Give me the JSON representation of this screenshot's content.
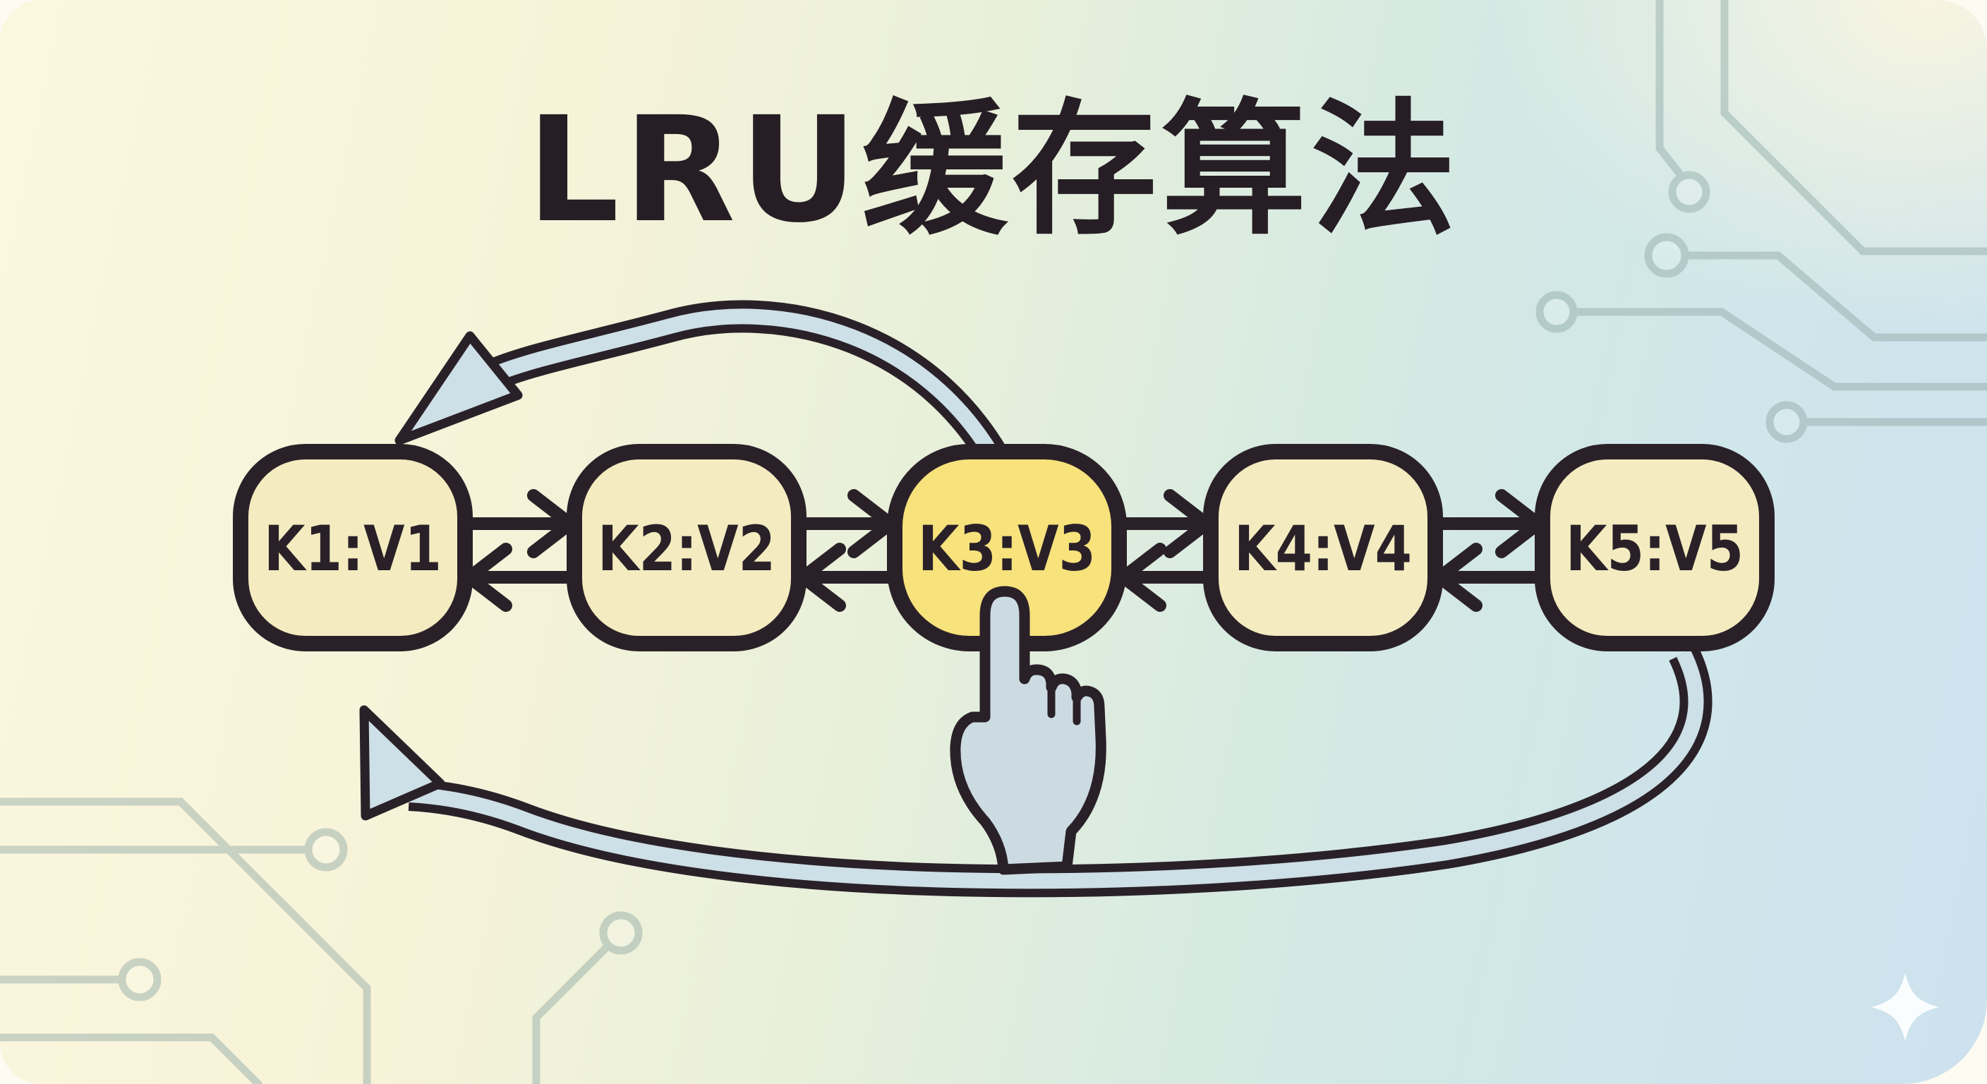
{
  "title": {
    "text": "LRU缓存算法"
  },
  "diagram": {
    "type": "doubly-linked-list",
    "nodes": [
      {
        "label": "K1:V1",
        "highlighted": false
      },
      {
        "label": "K2:V2",
        "highlighted": false
      },
      {
        "label": "K3:V3",
        "highlighted": true
      },
      {
        "label": "K4:V4",
        "highlighted": false
      },
      {
        "label": "K5:V5",
        "highlighted": false
      }
    ],
    "relations": {
      "adjacent_links": "bidirectional arrows between neighboring nodes",
      "move_to_front_arrow": {
        "from": "K3:V3",
        "to": "K1:V1",
        "position": "top"
      },
      "tail_to_front_arrow": {
        "from": "K5:V5",
        "to": "K1:V1",
        "position": "bottom"
      },
      "cursor_target": "K3:V3"
    },
    "colors": {
      "outline": "#2a2128",
      "node_fill": "#f4ecc0",
      "node_fill_highlighted": "#f7e27c",
      "arrow_band": "#cddfe7",
      "cursor_fill": "#ccdbe2",
      "background_left": "#fbf7dd",
      "background_right": "#cde2ee",
      "circuit_trace": "#8ea8a4",
      "sparkle": "#ffffff"
    }
  }
}
